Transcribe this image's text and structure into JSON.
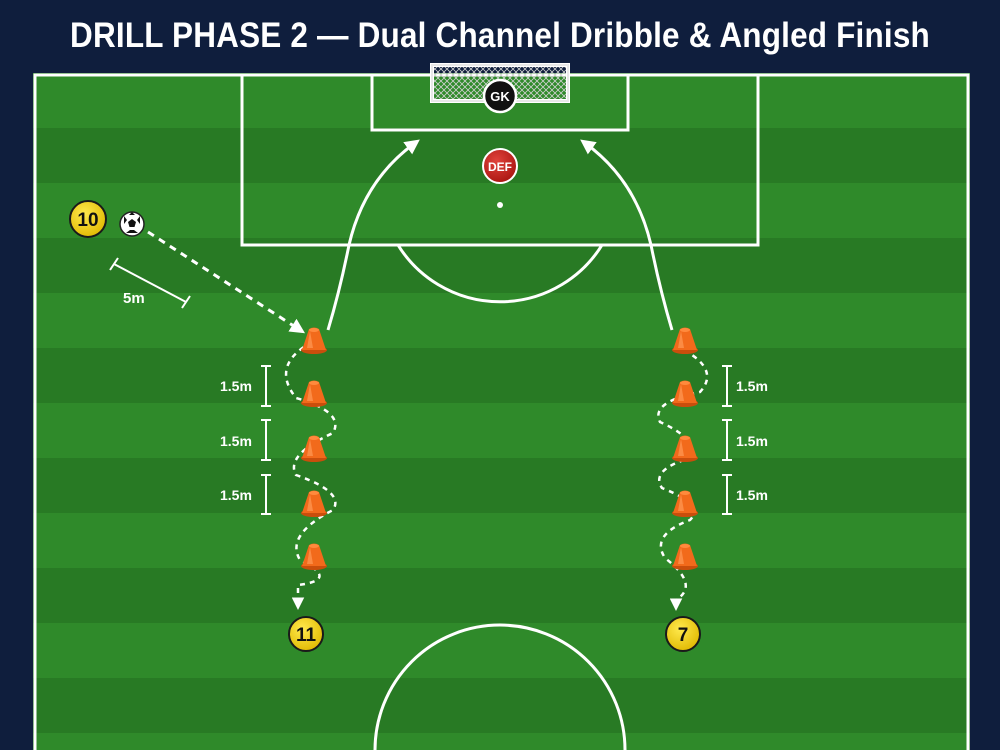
{
  "title": "DRILL PHASE 2 — Dual Channel Dribble & Angled Finish",
  "players": {
    "gk": "GK",
    "def": "DEF",
    "p10": "10",
    "p11": "11",
    "p7": "7"
  },
  "measurements": {
    "pass_distance": "5m",
    "left_gaps": [
      "1.5m",
      "1.5m",
      "1.5m"
    ],
    "right_gaps": [
      "1.5m",
      "1.5m",
      "1.5m"
    ]
  },
  "colors": {
    "pitch_light": "#2f8a2a",
    "pitch_dark": "#287a24",
    "background": "#0f1e3d",
    "cone": "#f26a1b",
    "attacker": "#f5d000",
    "defender": "#c8201c",
    "goalkeeper": "#111111"
  },
  "icons": {
    "ball": "soccer-ball-icon",
    "cone": "training-cone-icon"
  }
}
